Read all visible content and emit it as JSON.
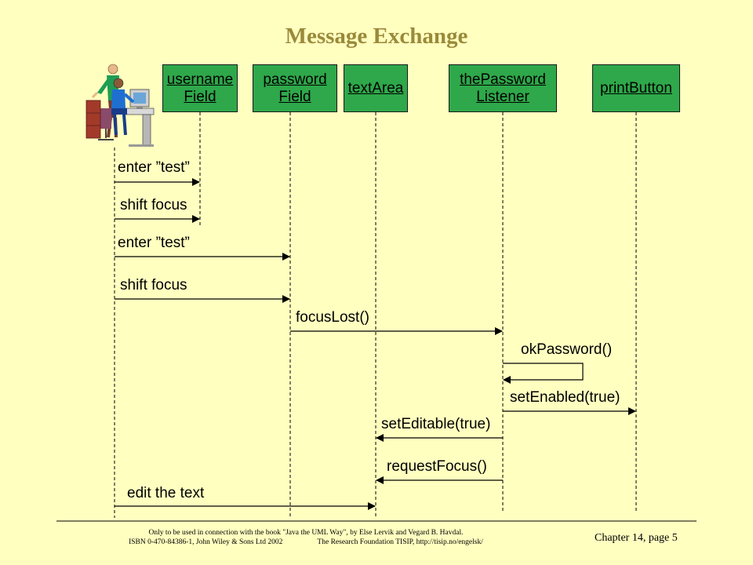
{
  "title": "Message Exchange",
  "objects": [
    {
      "id": "usernameField",
      "line1": "username",
      "line2": "Field"
    },
    {
      "id": "passwordField",
      "line1": "password",
      "line2": "Field"
    },
    {
      "id": "textArea",
      "line1": "textArea",
      "line2": ""
    },
    {
      "id": "thePasswordListener",
      "line1": "thePassword",
      "line2": "Listener"
    },
    {
      "id": "printButton",
      "line1": "printButton",
      "line2": ""
    }
  ],
  "messages": [
    {
      "label": "enter ”test”"
    },
    {
      "label": "shift focus"
    },
    {
      "label": "enter ”test”"
    },
    {
      "label": "shift focus"
    },
    {
      "label": "focusLost()"
    },
    {
      "label": "okPassword()"
    },
    {
      "label": "setEnabled(true)"
    },
    {
      "label": "setEditable(true)"
    },
    {
      "label": "requestFocus()"
    },
    {
      "label": "edit the text"
    }
  ],
  "footer": {
    "line1": "Only to be used in connection with the book \"Java the UML Way\", by Else Lervik and Vegard B. Havdal.",
    "isbn": "ISBN 0-470-84386-1, John Wiley & Sons Ltd 2002",
    "foundation": "The Research Foundation TISIP, http://tisip.no/engelsk/",
    "page": "Chapter 14, page 5"
  }
}
